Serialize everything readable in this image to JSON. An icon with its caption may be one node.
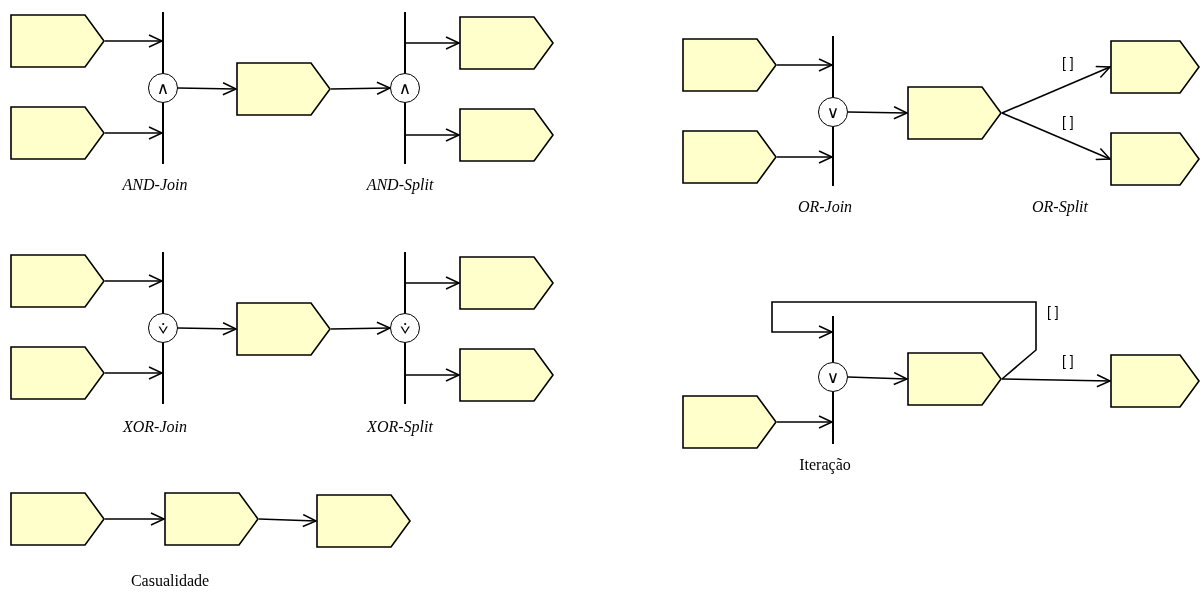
{
  "diagram": {
    "nodes": [
      {
        "text": [],
        "shape": "pentagon"
      },
      {
        "text": [],
        "shape": "pentagon"
      },
      {
        "text": [],
        "shape": "bar"
      },
      {
        "text": [],
        "shape": "bar"
      },
      {
        "text": [
          "∧"
        ]
      },
      {
        "text": [],
        "shape": "pentagon"
      },
      {
        "text": [
          "∧"
        ]
      },
      {
        "text": [],
        "shape": "bar"
      },
      {
        "text": [],
        "shape": "bar"
      },
      {
        "text": [],
        "shape": "pentagon"
      },
      {
        "text": [],
        "shape": "pentagon"
      },
      {
        "text": [],
        "shape": "pentagon"
      },
      {
        "text": [],
        "shape": "pentagon"
      },
      {
        "text": [],
        "shape": "bar"
      },
      {
        "text": [],
        "shape": "bar"
      },
      {
        "text": [
          "⩒"
        ]
      },
      {
        "text": [],
        "shape": "pentagon"
      },
      {
        "text": [
          "⩒"
        ]
      },
      {
        "text": [],
        "shape": "bar"
      },
      {
        "text": [],
        "shape": "bar"
      },
      {
        "text": [],
        "shape": "pentagon"
      },
      {
        "text": [],
        "shape": "pentagon"
      },
      {
        "text": [],
        "shape": "pentagon"
      },
      {
        "text": [],
        "shape": "pentagon"
      },
      {
        "text": [],
        "shape": "pentagon"
      },
      {
        "text": [],
        "shape": "pentagon"
      },
      {
        "text": [],
        "shape": "pentagon"
      },
      {
        "text": [],
        "shape": "bar"
      },
      {
        "text": [],
        "shape": "bar"
      },
      {
        "text": [
          "∨"
        ]
      },
      {
        "text": [],
        "shape": "pentagon"
      },
      {
        "text": [],
        "shape": "pentagon"
      },
      {
        "text": [],
        "shape": "pentagon"
      },
      {
        "text": [],
        "shape": "bar"
      },
      {
        "text": [],
        "shape": "bar"
      },
      {
        "text": [
          "∨"
        ]
      },
      {
        "text": [],
        "shape": "pentagon"
      },
      {
        "text": [],
        "shape": "pentagon"
      },
      {
        "text": [],
        "shape": "pentagon"
      }
    ],
    "edges": [
      {
        "from": 0,
        "to": 2,
        "arrow": "to"
      },
      {
        "from": 1,
        "to": 3,
        "arrow": "to"
      },
      {
        "from": 4,
        "to": 5,
        "arrow": "to"
      },
      {
        "from": 5,
        "to": 6,
        "arrow": "to"
      },
      {
        "from": 7,
        "to": 9,
        "arrow": "to"
      },
      {
        "from": 8,
        "to": 10,
        "arrow": "to"
      },
      {
        "from": 11,
        "to": 13,
        "arrow": "to"
      },
      {
        "from": 12,
        "to": 14,
        "arrow": "to"
      },
      {
        "from": 15,
        "to": 16,
        "arrow": "to"
      },
      {
        "from": 16,
        "to": 17,
        "arrow": "to"
      },
      {
        "from": 18,
        "to": 20,
        "arrow": "to"
      },
      {
        "from": 19,
        "to": 21,
        "arrow": "to"
      },
      {
        "from": 22,
        "to": 23,
        "arrow": "to"
      },
      {
        "from": 23,
        "to": 24,
        "arrow": "to"
      },
      {
        "from": 25,
        "to": 27,
        "arrow": "to"
      },
      {
        "from": 26,
        "to": 28,
        "arrow": "to"
      },
      {
        "from": 29,
        "to": 30,
        "arrow": "to"
      },
      {
        "from": 30,
        "to": 31,
        "arrow": "to",
        "label": "[ ]"
      },
      {
        "from": 30,
        "to": 32,
        "arrow": "to",
        "label": "[ ]"
      },
      {
        "from": 36,
        "to": 33,
        "arrow": "to",
        "label": "[ ]"
      },
      {
        "from": 38,
        "to": 34,
        "arrow": "to"
      },
      {
        "from": 35,
        "to": 36,
        "arrow": "to"
      },
      {
        "from": 36,
        "to": 37,
        "arrow": "to",
        "label": "[ ]"
      }
    ],
    "labels": [
      "AND-Join",
      "AND-Split",
      "OR-Join",
      "OR-Split",
      "XOR-Join",
      "XOR-Split",
      "Iteração",
      "Casualidade"
    ]
  }
}
